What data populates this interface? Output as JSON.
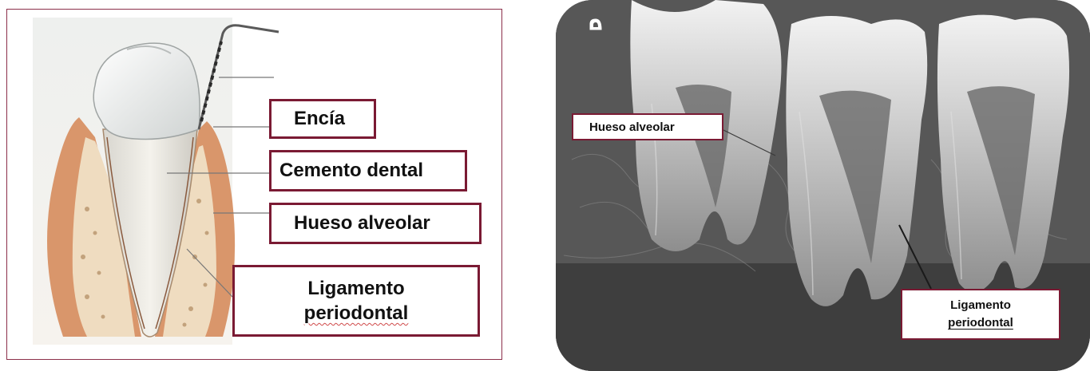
{
  "left_diagram": {
    "labels": {
      "encia": "Encía",
      "cemento": "Cemento dental",
      "hueso": "Hueso alveolar",
      "ligamento_line1": "Ligamento",
      "ligamento_line2": "periodontal"
    },
    "colors": {
      "box_border": "#7a1a33",
      "panel_border": "#8c2f4a",
      "gum": "#d9966b",
      "bone": "#efdcc0"
    }
  },
  "radiograph": {
    "labels": {
      "hueso": "Hueso alveolar",
      "ligamento_line1": "Ligamento",
      "ligamento_line2": "periodontal"
    },
    "icon": "radiograph-orientation-marker-icon"
  }
}
